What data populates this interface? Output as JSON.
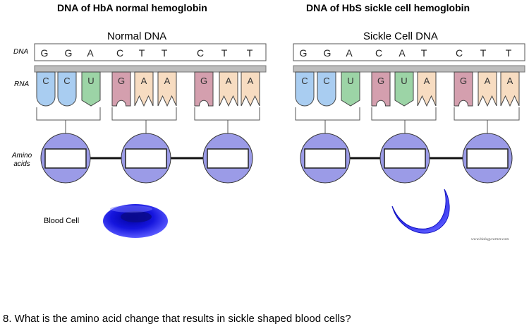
{
  "titles": {
    "left": "DNA of HbA normal hemoglobin",
    "right": "DNA of HbS sickle cell hemoglobin"
  },
  "labels": {
    "dna": "DNA",
    "rna": "RNA",
    "amino_line1": "Amino",
    "amino_line2": "acids",
    "blood_cell": "Blood Cell",
    "watermark": "www.biologycorner.com"
  },
  "panels": [
    {
      "strand_title": "Normal DNA",
      "dna": [
        "G",
        "G",
        "A",
        "C",
        "T",
        "T",
        "C",
        "T",
        "T"
      ],
      "rna": [
        "C",
        "C",
        "U",
        "G",
        "A",
        "A",
        "G",
        "A",
        "A"
      ],
      "cell_shape": "normal"
    },
    {
      "strand_title": "Sickle Cell DNA",
      "dna": [
        "G",
        "G",
        "A",
        "C",
        "A",
        "T",
        "C",
        "T",
        "T"
      ],
      "rna": [
        "C",
        "C",
        "U",
        "G",
        "U",
        "A",
        "G",
        "A",
        "A"
      ],
      "cell_shape": "sickle"
    }
  ],
  "colors": {
    "C": "#a9cdf1",
    "U": "#9cd4a6",
    "G": "#d49fae",
    "A": "#f7dcc1",
    "amino_circle": "#9b9be7",
    "blood_cell": "#1515dd"
  },
  "question": "8. What is the amino acid change that results in sickle shaped blood cells?"
}
